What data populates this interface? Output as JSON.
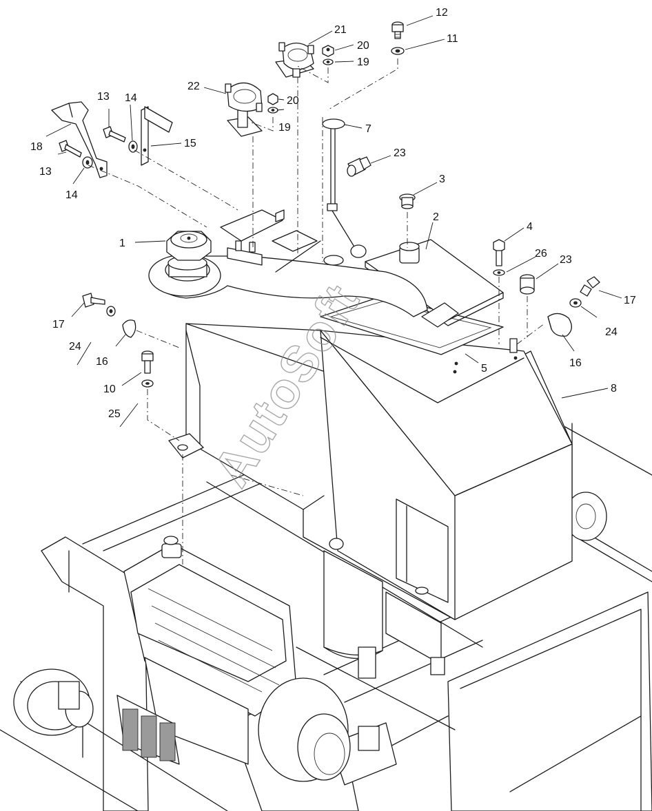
{
  "watermark": "AutoSoft",
  "callouts": [
    "1",
    "2",
    "3",
    "4",
    "5",
    "7",
    "8",
    "10",
    "11",
    "12",
    "13",
    "13",
    "14",
    "14",
    "15",
    "16",
    "16",
    "17",
    "17",
    "18",
    "19",
    "19",
    "20",
    "20",
    "21",
    "22",
    "23",
    "23",
    "24",
    "24",
    "25",
    "26"
  ]
}
